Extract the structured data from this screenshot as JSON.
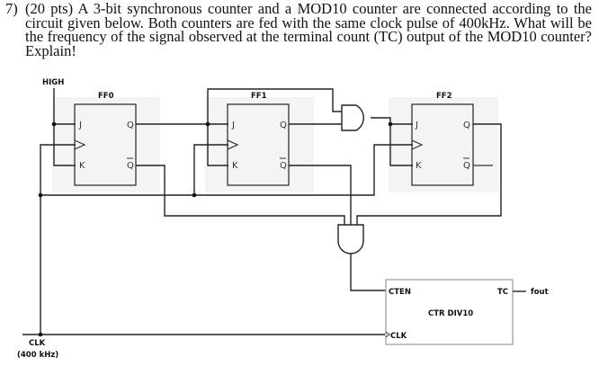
{
  "question": {
    "number": "7)",
    "text": "(20 pts) A 3-bit synchronous counter and a MOD10 counter are connected according to the circuit given below. Both counters are fed with the same clock pulse of 400kHz. What will be the frequency of the signal observed at the terminal count (TC) output of the MOD10 counter? Explain!"
  },
  "circuit": {
    "high_label": "HIGH",
    "clk_label": "CLK",
    "clk_freq_label": "(400 kHz)",
    "flipflops": [
      {
        "name": "FF0",
        "j": "J",
        "k": "K",
        "q": "Q",
        "qbar": "Q"
      },
      {
        "name": "FF1",
        "j": "J",
        "k": "K",
        "q": "Q",
        "qbar": "Q"
      },
      {
        "name": "FF2",
        "j": "J",
        "k": "K",
        "q": "Q",
        "qbar": "Q"
      }
    ],
    "counter": {
      "title": "CTR DIV10",
      "cten": "CTEN",
      "clk": "CLK",
      "tc": "TC",
      "output": "fout"
    }
  }
}
